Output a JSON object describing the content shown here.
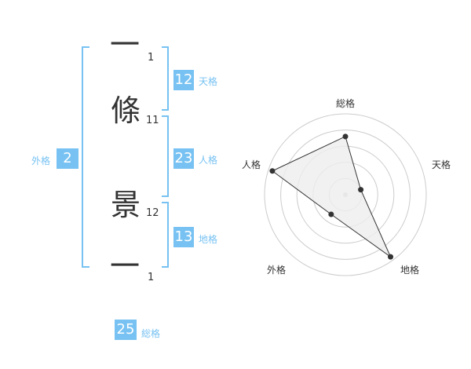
{
  "colors": {
    "accent": "#77c2f2",
    "text": "#333333",
    "grid": "#cccccc",
    "fill": "#eeeeee"
  },
  "name": {
    "chars": [
      {
        "char": "一",
        "strokes": "1"
      },
      {
        "char": "條",
        "strokes": "11"
      },
      {
        "char": "景",
        "strokes": "12"
      },
      {
        "char": "一",
        "strokes": "1"
      }
    ]
  },
  "kaku": {
    "tenkaku": {
      "value": "12",
      "label": "天格"
    },
    "jinkaku": {
      "value": "23",
      "label": "人格"
    },
    "chikaku": {
      "value": "13",
      "label": "地格"
    },
    "gaikaku": {
      "value": "2",
      "label": "外格"
    },
    "soukaku": {
      "value": "25",
      "label": "総格"
    }
  },
  "chart_data": {
    "type": "radar",
    "axes": [
      "総格",
      "天格",
      "地格",
      "外格",
      "人格"
    ],
    "values": [
      0.72,
      0.2,
      0.95,
      0.3,
      0.95
    ],
    "max": 1,
    "rings": 5
  }
}
